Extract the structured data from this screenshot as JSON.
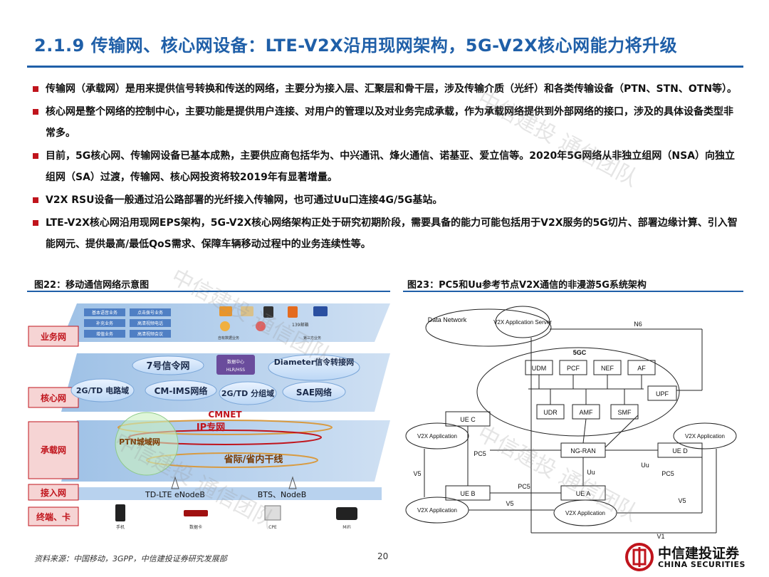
{
  "title": "2.1.9 传输网、核心网设备：LTE-V2X沿用现网架构，5G-V2X核心网能力将升级",
  "bullets": [
    "传输网（承载网）是用来提供信号转换和传送的网络，主要分为接入层、汇聚层和骨干层，涉及传输介质（光纤）和各类传输设备（PTN、STN、OTN等）。",
    "核心网是整个网络的控制中心，主要功能是提供用户连接、对用户的管理以及对业务完成承载，作为承载网络提供到外部网络的接口，涉及的具体设备类型非常多。",
    "目前，5G核心网、传输网设备已基本成熟，主要供应商包括华为、中兴通讯、烽火通信、诺基亚、爱立信等。2020年5G网络从非独立组网（NSA）向独立组网（SA）过渡，传输网、核心网投资将较2019年有显著增量。",
    "V2X RSU设备一般通过沿公路部署的光纤接入传输网，也可通过Uu口连接4G/5G基站。",
    "LTE-V2X核心网沿用现网EPS架构，5G-V2X核心网络架构正处于研究初期阶段，需要具备的能力可能包括用于V2X服务的5G切片、部署边缘计算、引入智能网元、提供最高/最低QoS需求、保障车辆移动过程中的业务连续性等。"
  ],
  "fig_left": {
    "caption": "图22：移动通信网络示意图",
    "layers": [
      "业务网",
      "核心网",
      "承载网",
      "接入网",
      "终端、卡"
    ],
    "service_boxes": [
      "基本语音业务",
      "点击拨号业务",
      "补充业务",
      "高清视频电话",
      "增值业务",
      "高清视频会议"
    ],
    "service_icons": [
      "139邮箱",
      "自有数据业务",
      "第三方业务"
    ],
    "core_items": [
      "7号信令网",
      "Diameter信令转接网",
      "2G/TD 电路域",
      "CM-IMS网络",
      "2G/TD 分组域",
      "SAE网络"
    ],
    "core_db": "数据中心",
    "core_db_sub": "HLR/HSS",
    "bearer_items": [
      "CMNET",
      "IP专网",
      "PTN城域网",
      "省际/省内干线"
    ],
    "access_items": [
      "TD-LTE eNodeB",
      "BTS、NodeB"
    ],
    "terminals": [
      "手机",
      "数据卡",
      "CPE",
      "MiFi"
    ]
  },
  "fig_right": {
    "caption": "图23：PC5和Uu参考节点V2X通信的非漫游5G系统架构",
    "data_network": "Data Network",
    "app_server": "V2X Application Server",
    "n6": "N6",
    "fivegc": "5GC",
    "nf_top": [
      "UDM",
      "PCF",
      "NEF",
      "AF"
    ],
    "nf_bottom": [
      "UDR",
      "AMF",
      "SMF"
    ],
    "upf": "UPF",
    "ngran": "NG-RAN",
    "ue_c": "UE C",
    "ue_b": "UE B",
    "ue_a": "UE A",
    "ue_d": "UE D",
    "v2x_app": "V2X Application",
    "pc5": "PC5",
    "uu": "Uu",
    "v5": "V5",
    "v1": "V1"
  },
  "source": "资料来源：中国移动，3GPP，中信建投证券研究发展部",
  "page_number": "20",
  "logo_cn": "中信建投证券",
  "logo_en": "CHINA SECURITIES",
  "watermark": "中信建投 通信团队",
  "colors": {
    "title": "#1f5fa8",
    "bullet": "#c0141c",
    "layer_label": "#c0141c"
  }
}
